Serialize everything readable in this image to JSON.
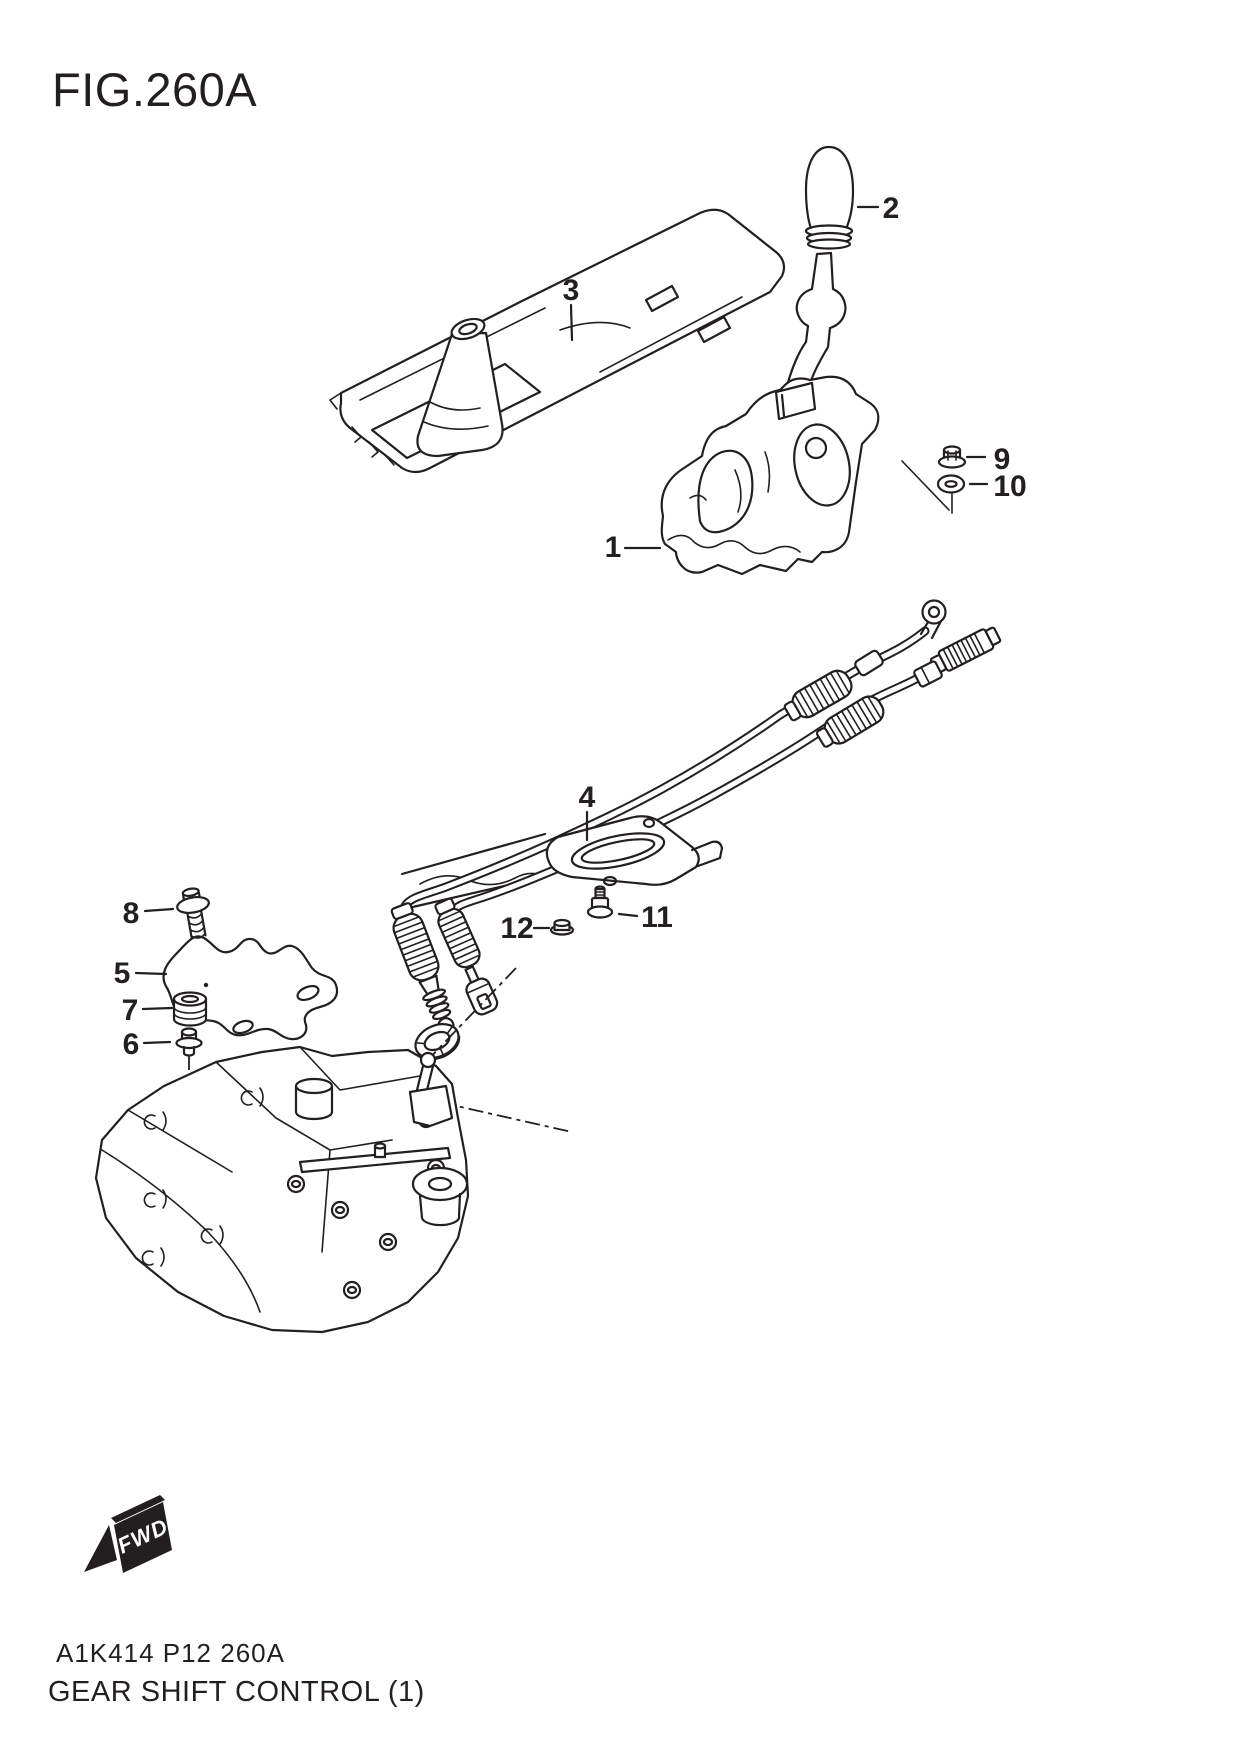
{
  "figure": {
    "title": "FIG.260A",
    "part_code": "A1K414 P12 260A",
    "caption": "GEAR SHIFT CONTROL (1)",
    "fwd_label": "FWD"
  },
  "colors": {
    "ink": "#231f20",
    "paper": "#ffffff"
  },
  "callouts": [
    {
      "label": "1"
    },
    {
      "label": "2"
    },
    {
      "label": "3"
    },
    {
      "label": "4"
    },
    {
      "label": "5"
    },
    {
      "label": "6"
    },
    {
      "label": "7"
    },
    {
      "label": "8"
    },
    {
      "label": "9"
    },
    {
      "label": "10"
    },
    {
      "label": "11"
    },
    {
      "label": "12"
    }
  ]
}
